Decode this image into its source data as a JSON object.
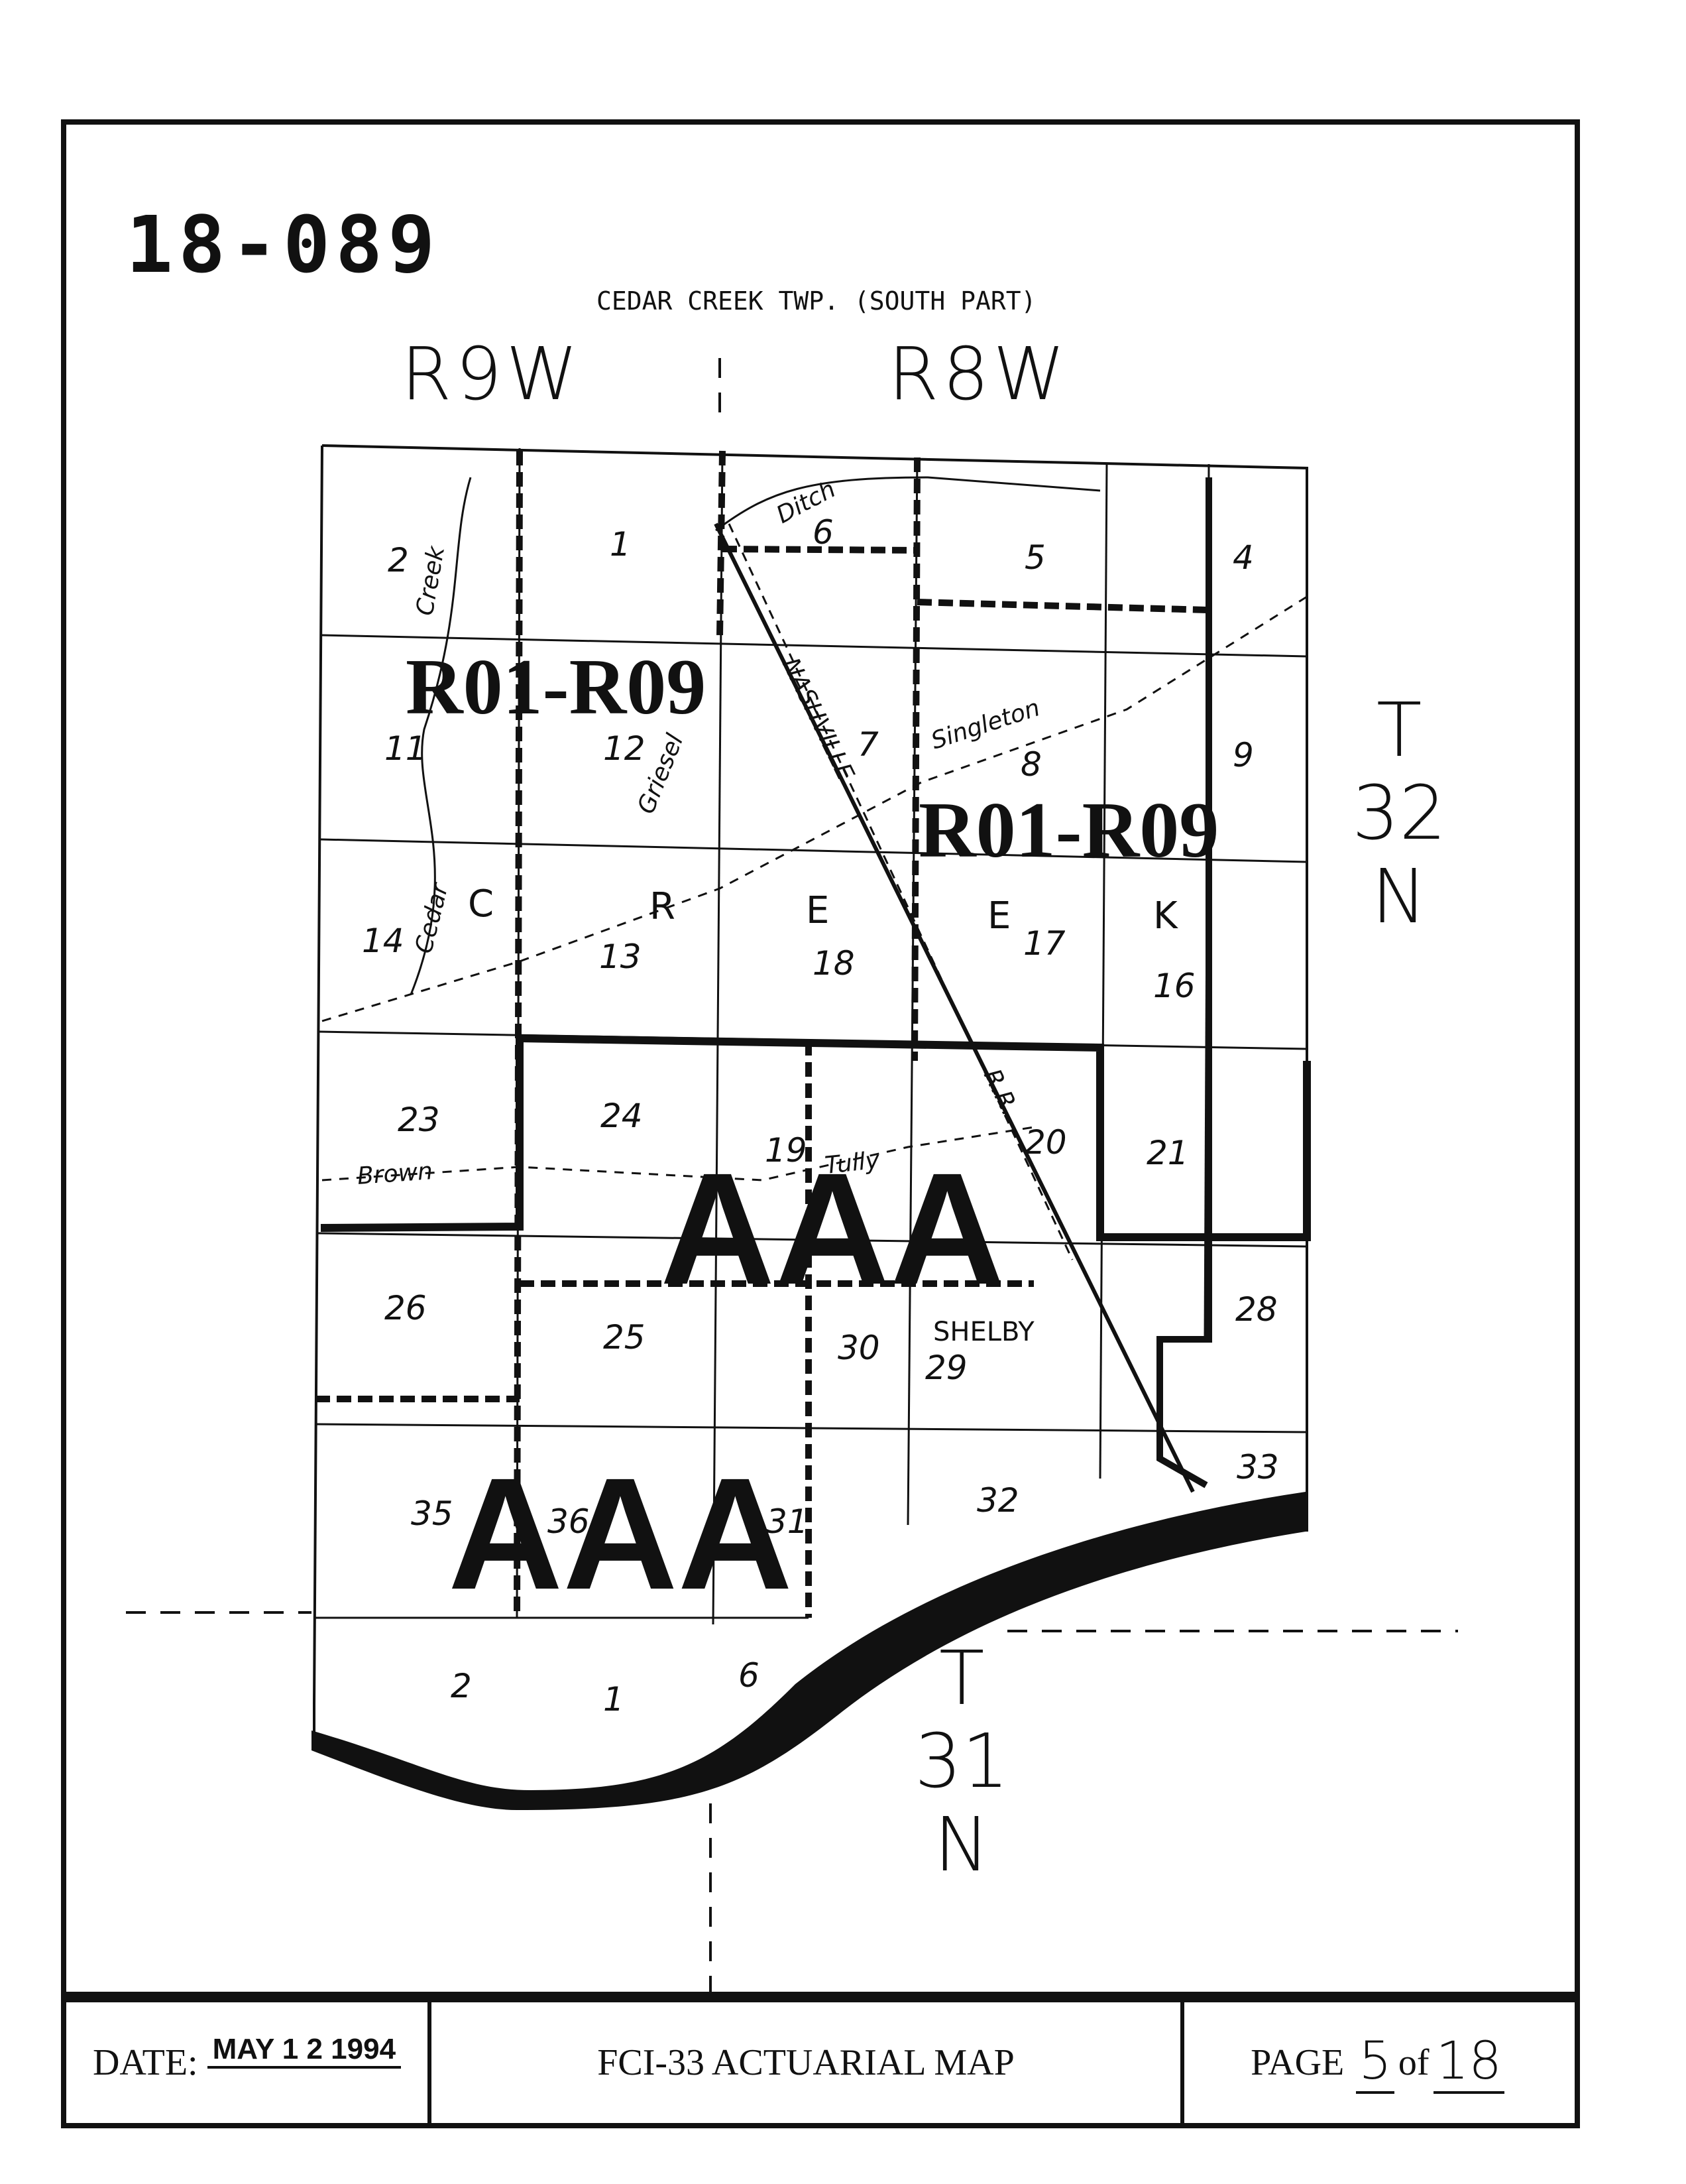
{
  "map_id": "18-089",
  "subtitle": "CEDAR CREEK TWP. (SOUTH PART)",
  "ranges": {
    "west": "R9W",
    "east": "R8W"
  },
  "townships": {
    "north": [
      "T",
      "32",
      "N"
    ],
    "south": [
      "T",
      "31",
      "N"
    ]
  },
  "zones": {
    "rate_zone_a": "R01-R09",
    "rate_zone_b": "R01-R09",
    "aaa_north": "AAA",
    "aaa_south": "AAA"
  },
  "creek_letters": [
    "C",
    "R",
    "E",
    "E",
    "K"
  ],
  "sections": [
    "1",
    "2",
    "4",
    "5",
    "6",
    "7",
    "8",
    "9",
    "11",
    "12",
    "13",
    "14",
    "16",
    "17",
    "18",
    "19",
    "20",
    "21",
    "23",
    "24",
    "25",
    "26",
    "28",
    "29",
    "30",
    "31",
    "32",
    "33",
    "35",
    "36",
    "1",
    "2",
    "6"
  ],
  "features": {
    "ditch": "Ditch",
    "creek": "Creek",
    "griesel": "Griesel",
    "nashville": "NASHVILLE",
    "singleton": "Singleton",
    "cedar": "Cedar",
    "brown": "Brown",
    "tully": "Tully",
    "rr": "R.R.",
    "shelby": "SHELBY"
  },
  "footer": {
    "date_label": "DATE:",
    "date_value": "MAY 1 2 1994",
    "title": "FCI-33 ACTUARIAL  MAP",
    "page_label": "PAGE",
    "page_current": "5",
    "page_of": "of",
    "page_total": "18"
  },
  "colors": {
    "ink": "#111111",
    "paper": "#ffffff"
  }
}
